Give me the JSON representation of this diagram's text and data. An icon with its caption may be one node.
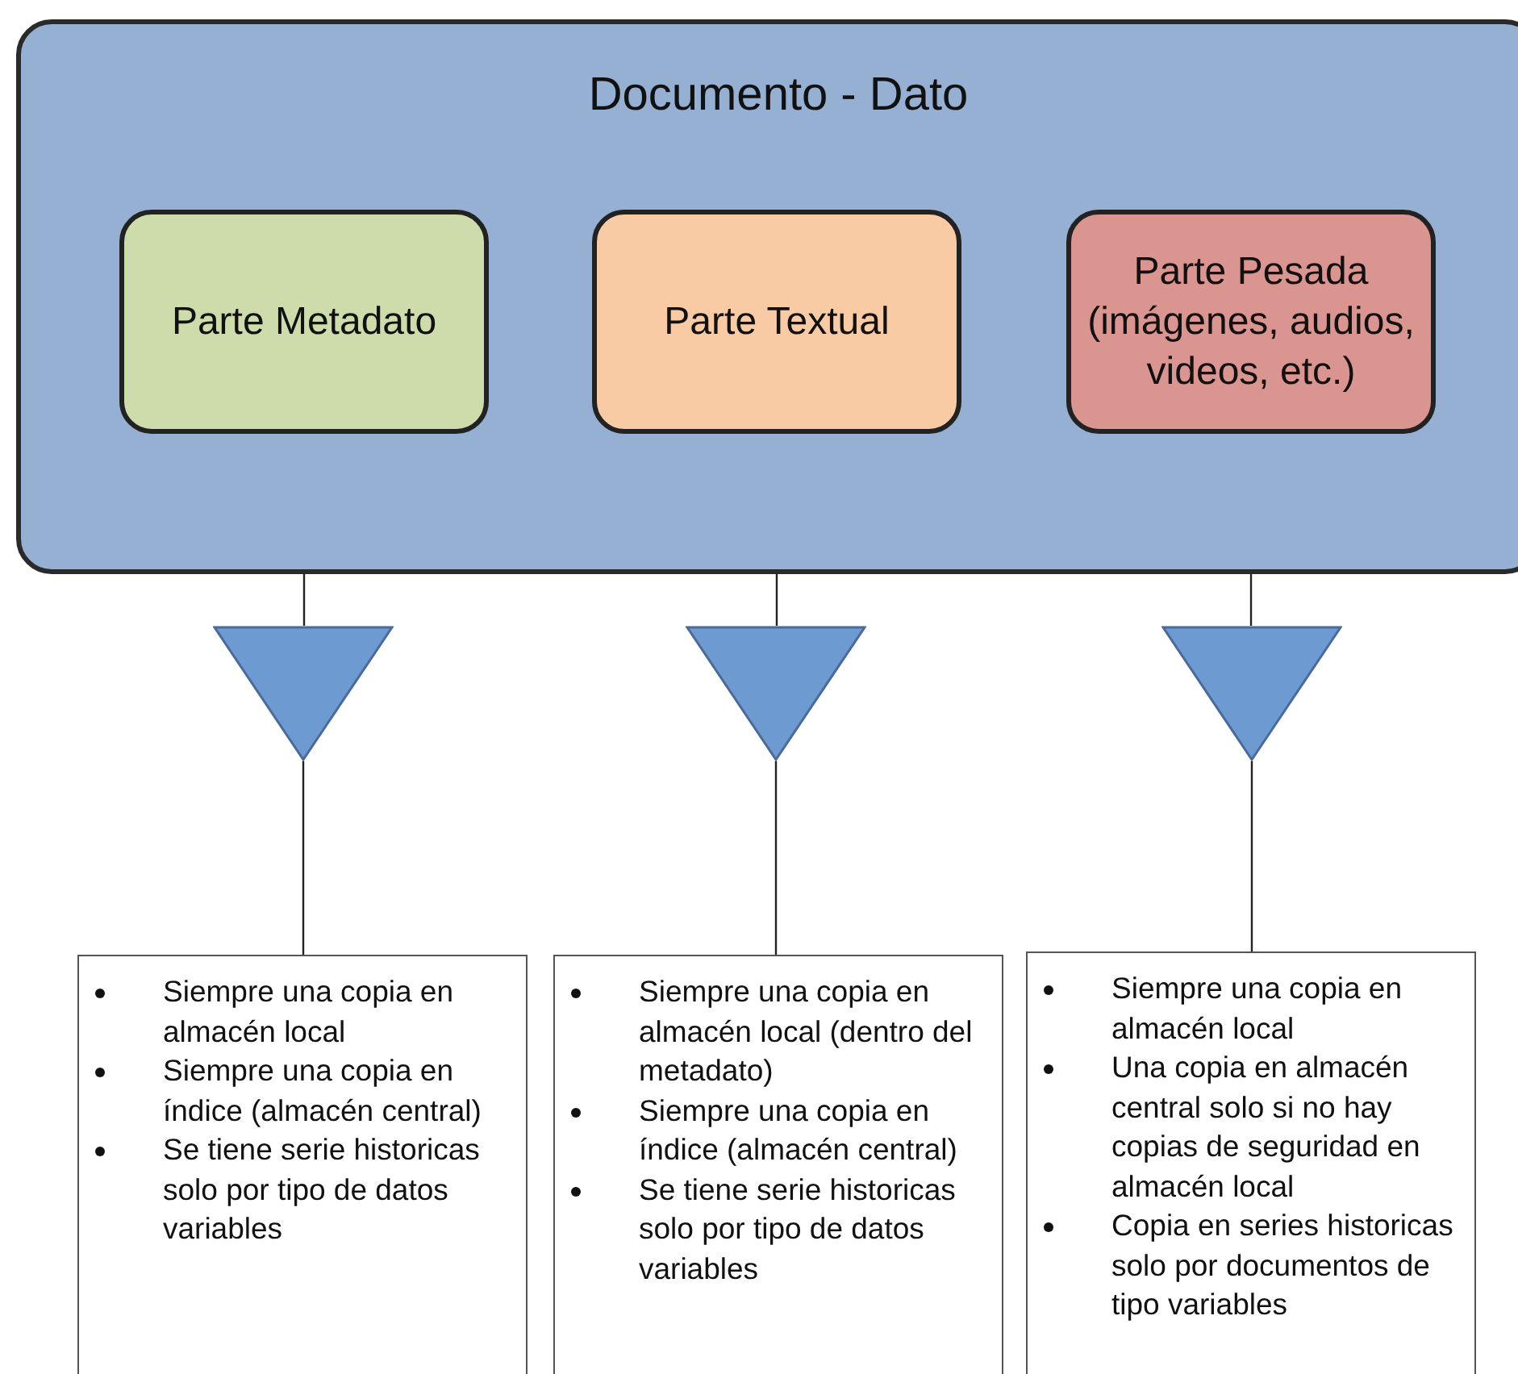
{
  "diagram": {
    "nodes": [
      {
        "text": [
          "Documento - Dato"
        ]
      },
      {
        "text": [
          "Parte Metadato"
        ],
        "in": 0
      },
      {
        "text": [
          "Parte Textual"
        ],
        "in": 0
      },
      {
        "text": [
          "Parte Pesada (imágenes, audios, videos, etc.)"
        ],
        "in": 0
      },
      {
        "text": [],
        "shape": "triangle"
      },
      {
        "text": [],
        "shape": "triangle"
      },
      {
        "text": [],
        "shape": "triangle"
      },
      {
        "text": [
          "Siempre una copia en almacén local",
          "Siempre una copia en índice (almacén central)",
          "Se tiene serie historicas solo por tipo de datos variables"
        ]
      },
      {
        "text": [
          "Siempre una copia en almacén local (dentro del metadato)",
          "Siempre una copia en índice (almacén central)",
          "Se tiene serie historicas solo por tipo de datos variables"
        ]
      },
      {
        "text": [
          "Siempre una copia en almacén local",
          "Una copia en almacén central solo si no hay copias de seguridad en almacén local",
          "Copia en series historicas solo por documentos de tipo variables"
        ]
      }
    ],
    "edges": [
      {
        "from": 1,
        "to": 4,
        "arrow": "none"
      },
      {
        "from": 2,
        "to": 5,
        "arrow": "none"
      },
      {
        "from": 3,
        "to": 6,
        "arrow": "none"
      },
      {
        "from": 4,
        "to": 7,
        "arrow": "none"
      },
      {
        "from": 5,
        "to": 8,
        "arrow": "none"
      },
      {
        "from": 6,
        "to": 9,
        "arrow": "none"
      }
    ]
  }
}
